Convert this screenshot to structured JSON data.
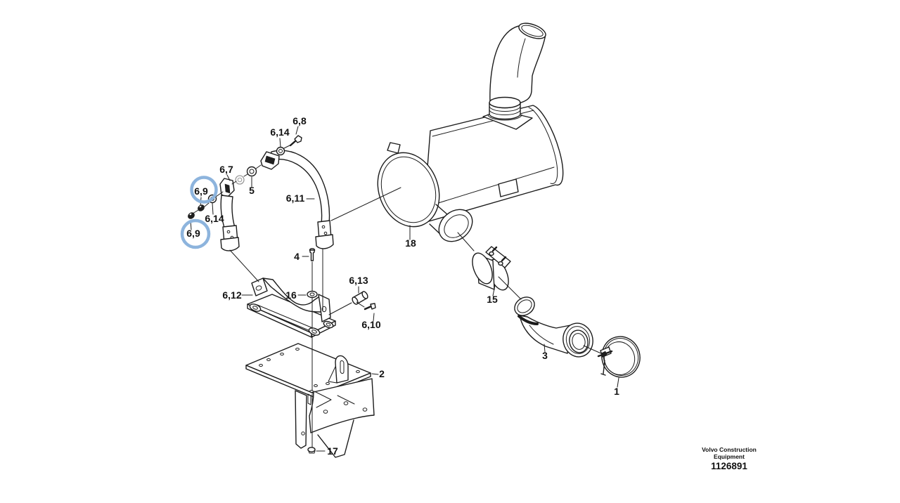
{
  "note": {
    "line1": "Volvo Construction",
    "line2": "Equipment",
    "part_number": "1126891"
  },
  "colors": {
    "line": "#1c1c1c",
    "highlight": "#8db4dd"
  },
  "labels": {
    "bolt_6_8": "6,8",
    "washer_6_14_top": "6,14",
    "strap_6_7": "6,7",
    "washer_5": "5",
    "nut_6_9_upper": "6,9",
    "washer_6_14_left": "6,14",
    "nut_6_9_lower": "6,9",
    "strap_6_11": "6,11",
    "muffler_18": "18",
    "bolt_4": "4",
    "washer_16": "16",
    "saddle_6_12": "6,12",
    "pin_6_13": "6,13",
    "bolt_6_10": "6,10",
    "plate_2": "2",
    "bolt_17": "17",
    "clamp_15": "15",
    "elbow_3": "3",
    "vclamp_1": "1"
  }
}
